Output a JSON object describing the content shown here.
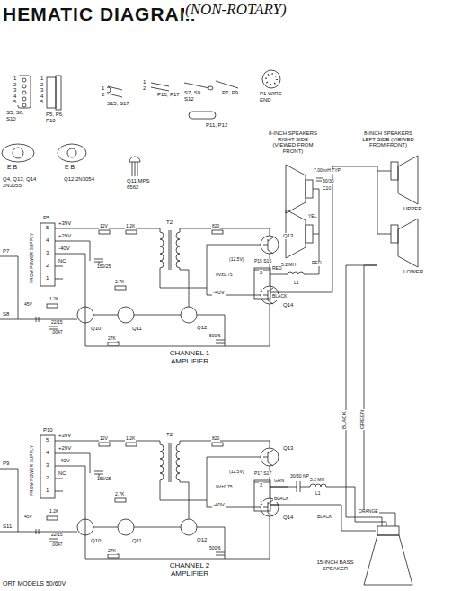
{
  "diagram": {
    "title": "HEMATIC DIAGRAM",
    "labels": [
      "(NON-ROTARY)",
      "1 2 3 4 5",
      "S5, S6, S10",
      "1 2 3 4 5",
      "P5, P6, P10",
      "1 2",
      "S15, S17",
      "1 2",
      "P15, P17",
      "S7, S9 S12",
      "P7, P9",
      "P1 WIRE END",
      "P11, P12",
      "E B",
      "Q4, Q13, Q14 2N3055",
      "E B",
      "Q12 2N3054",
      "Q11 MPS 6562",
      "8-INCH SPEAKERS RIGHT SIDE (VIEWED FROM FRONT)",
      "8-INCH SPEAKERS LEFT SIDE (VIEWED FROM FRONT)",
      "7.00 mH TYP",
      "30/30",
      "C10",
      "YEL",
      "RED",
      "UPPER",
      "LOWER",
      "5.2 MH",
      "L1",
      "RED",
      "BLACK",
      "BLACK",
      "GREEN",
      "P5",
      "5",
      "4",
      "3",
      "2",
      "1",
      "+39V",
      "+29V",
      "-40V",
      "NC",
      "FROM POWER SUPPLY",
      "T2",
      "12V",
      "150/25",
      "1.2K",
      "2.7K",
      "820",
      "Q13",
      "Q14",
      "Q12",
      "Q11",
      "Q10",
      "-40V",
      "0V±0.75",
      "(12.5V)",
      "P15 S15",
      "2",
      "1",
      "27K",
      "500/6",
      "1.2K",
      "45V",
      "22/15",
      ".0047",
      "P7",
      "S8",
      "CHANNEL 1 AMPLIFIER",
      "P10",
      "5",
      "4",
      "3",
      "2",
      "1",
      "+39V",
      "+29V",
      "-40V",
      "NC",
      "FROM POWER SUPPLY",
      "T2",
      "12V",
      "150/25",
      "1.2K",
      "2.7K",
      "820",
      "Q13",
      "Q14",
      "Q12",
      "Q11",
      "Q10",
      "-40V",
      "0V±0.75",
      "(12.5V)",
      "P17 S17",
      "2",
      "1",
      "27K",
      "500/6",
      "1.2K",
      "45V",
      "22/15",
      ".0047",
      "P9",
      "S11",
      "CHANNEL 2 AMPLIFIER",
      "GRN",
      "BLACK",
      "30/50 NP",
      "5.2 MH",
      "L1",
      "ORANGE",
      "BLACK",
      "15-INCH BASS SPEAKER",
      "ORT MODELS 50/60V"
    ]
  }
}
